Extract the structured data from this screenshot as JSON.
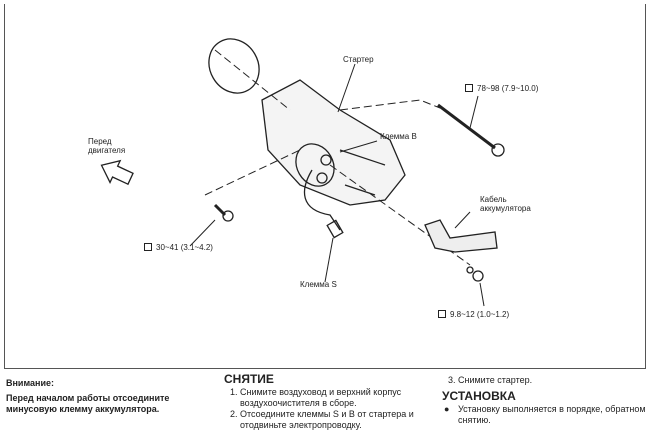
{
  "diagram": {
    "labels": {
      "starter": "Стартер",
      "terminal_b": "Клемма B",
      "terminal_s": "Клемма S",
      "battery_cable": "Кабель аккумулятора",
      "engine_front": "Перед двигателя"
    },
    "torques": {
      "bolt_top": "78~98 (7.9~10.0)",
      "bolt_left": "30~41 (3.1~4.2)",
      "nut": "9.8~12 (1.0~1.2)"
    }
  },
  "text": {
    "warning_title": "Внимание:",
    "warning_body": "Перед началом работы отсоедините минусовую клемму аккумулятора.",
    "removal_title": "СНЯТИЕ",
    "removal_steps": [
      "Снимите воздуховод и верхний корпус воздухоочистителя в сборе.",
      "Отсоедините клеммы S и B от стартера и отодвиньте электропроводку.",
      "Снимите стартер."
    ],
    "install_title": "УСТАНОВКА",
    "install_note": "Установку выполняется в порядке, обратном снятию."
  }
}
